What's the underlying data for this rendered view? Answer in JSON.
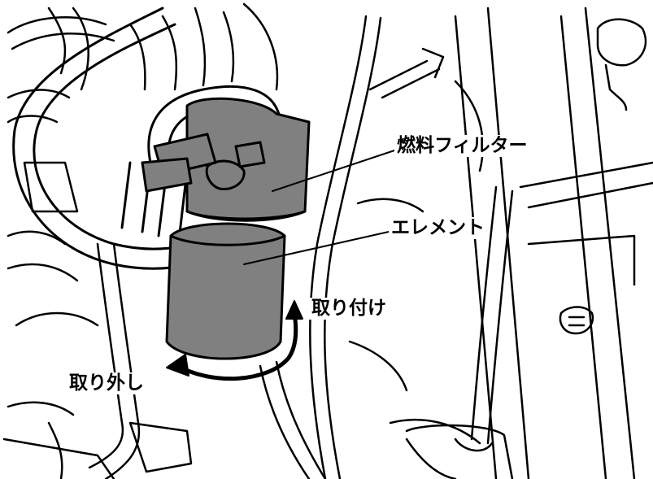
{
  "labels": {
    "fuel_filter": "燃料フィルター",
    "element": "エレメント",
    "install": "取り付け",
    "remove": "取り外し"
  },
  "colors": {
    "line": "#000000",
    "filter_fill": "#808080",
    "background": "#ffffff"
  }
}
